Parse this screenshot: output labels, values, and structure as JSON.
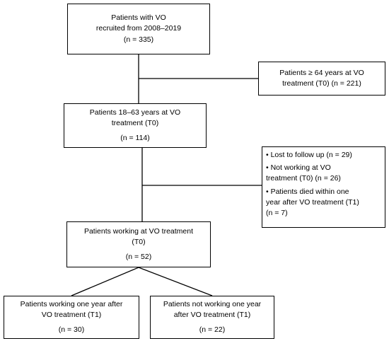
{
  "flowchart": {
    "recruited": {
      "line1": "Patients with VO",
      "line2": "recruited from 2008–2019",
      "count": "(n = 335)"
    },
    "excluded_age": {
      "line1": "Patients ≥ 64 years at VO",
      "line2": "treatment (T0) (n = 221)"
    },
    "eligible_age": {
      "line1": "Patients 18–63 years at VO",
      "line2": "treatment (T0)",
      "count": "(n = 114)"
    },
    "excluded_other": {
      "item1": "• Lost to follow up (n = 29)",
      "item2a": "• Not working at VO",
      "item2b": "treatment (T0) (n = 26)",
      "item3a": "• Patients died within one",
      "item3b": "year after VO treatment (T1)",
      "item3c": "(n = 7)"
    },
    "working": {
      "line1": "Patients working at VO treatment",
      "line2": "(T0)",
      "count": "(n = 52)"
    },
    "working_t1": {
      "line1": "Patients working one year after",
      "line2": "VO treatment (T1)",
      "count": "(n = 30)"
    },
    "not_working_t1": {
      "line1": "Patients not working one year",
      "line2": "after VO treatment (T1)",
      "count": "(n = 22)"
    }
  }
}
